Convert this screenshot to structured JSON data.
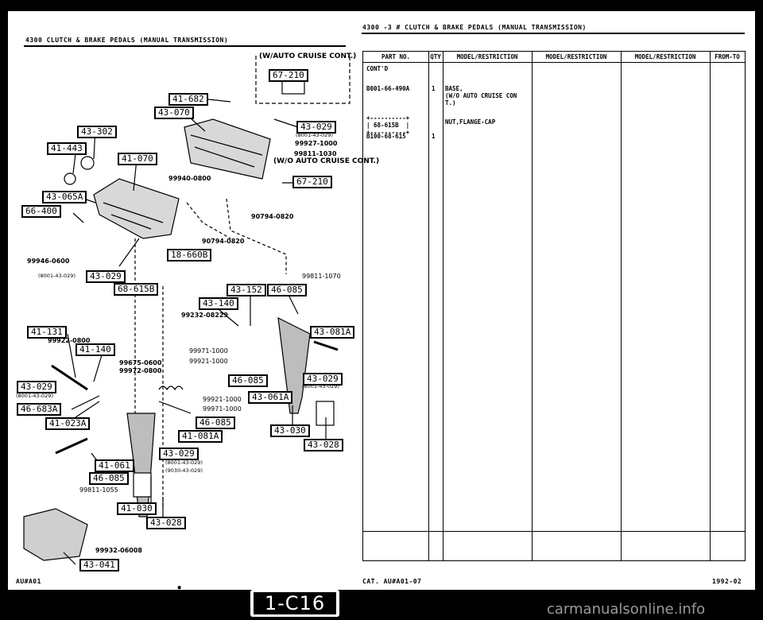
{
  "left_page": {
    "header": "4300    CLUTCH & BRAKE PEDALS (MANUAL TRANSMISSION)",
    "footer_code": "AU#A01",
    "footer_dot": "•"
  },
  "right_page": {
    "header": "4300 -3 #  CLUTCH & BRAKE PEDALS (MANUAL TRANSMISSION)",
    "footer_left": "CAT. AU#A01-07",
    "footer_right": "1992-02"
  },
  "diagram": {
    "inset_top": "(W/AUTO CRUISE CONT.)",
    "inset_mid": "(W/O AUTO CRUISE CONT.)",
    "ref_boxes": [
      "67-210",
      "41-682",
      "43-070",
      "43-302",
      "41-443",
      "41-070",
      "43-029",
      "67-210",
      "43-065A",
      "66-400",
      "18-660B",
      "43-029",
      "68-615B",
      "43-152",
      "46-085",
      "43-140",
      "43-081A",
      "41-131",
      "41-140",
      "46-085",
      "43-029",
      "43-029",
      "43-061A",
      "46-683A",
      "41-023A",
      "46-085",
      "41-081A",
      "43-030",
      "43-028",
      "43-029",
      "41-061",
      "46-085",
      "41-030",
      "43-028",
      "43-041"
    ],
    "part_labels": [
      "99927-1000",
      "99811-1030",
      "99940-0800",
      "90794-0820",
      "90794-0820",
      "99946-0600",
      "99811-1070",
      "99232-08229",
      "99922-0800",
      "99675-0600",
      "99972-0800",
      "99971-1000",
      "99921-1000",
      "99921-1000",
      "99971-1000",
      "99811-1055",
      "99932-06008"
    ],
    "small_labels": [
      "(8001-43-029)",
      "(8001-43-029)",
      "(8001-43-029)",
      "(8001-43-029)",
      "(8001-43-029)",
      "(9030-43-029)"
    ]
  },
  "table": {
    "headers": [
      "PART NO.",
      "QTY",
      "MODEL/RESTRICTION",
      "MODEL/RESTRICTION",
      "MODEL/RESTRICTION",
      "FROM-TO"
    ],
    "rows": [
      {
        "part": "CONT'D",
        "qty": "",
        "desc": ""
      },
      {
        "part": "B001-66-490A",
        "qty": "1",
        "desc": "BASE,\n(W/O AUTO CRUISE CON\nT.)"
      },
      {
        "part": "+----------+\n| 68-615B  |\n+----------+",
        "qty": "",
        "desc": "NUT,FLANGE-CAP"
      },
      {
        "part": "B100-68-615",
        "qty": "1",
        "desc": ""
      }
    ]
  },
  "page_badge": "1-C16",
  "watermark": "carmanualsonline.info"
}
